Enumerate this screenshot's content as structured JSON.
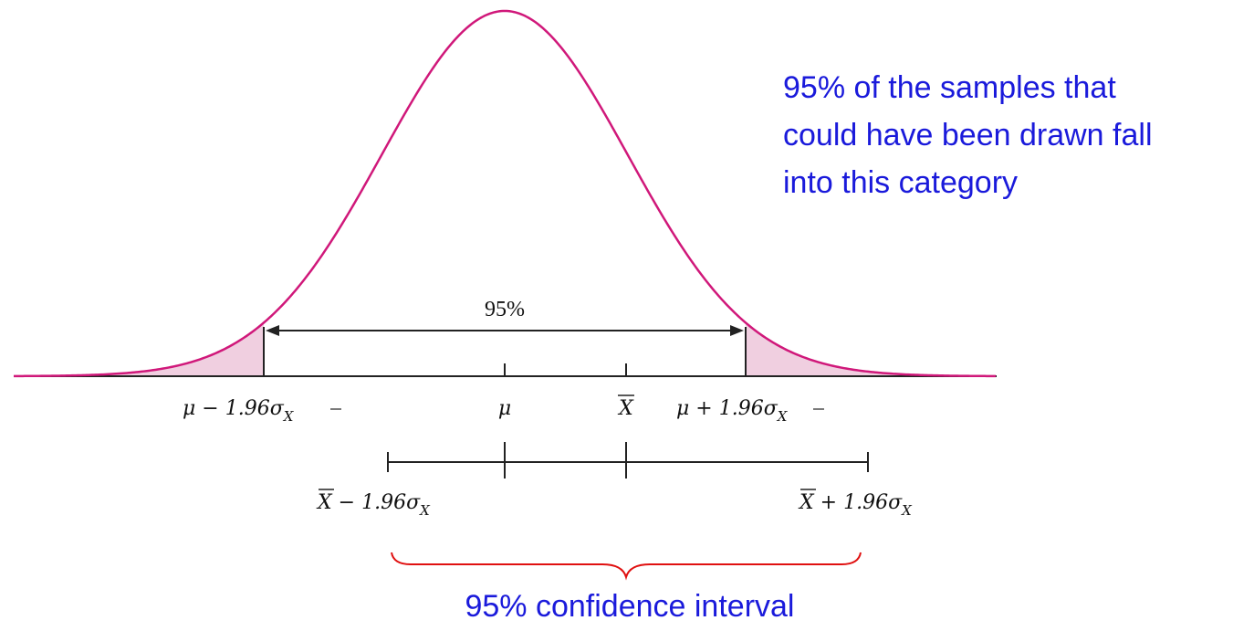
{
  "colors": {
    "curve": "#d0187a",
    "tail_fill": "#f0cfe0",
    "annotation": "#1a1adb",
    "brace": "#e01010",
    "axis": "#222222"
  },
  "curve": {
    "inner_area_label": "95%"
  },
  "axis_labels": {
    "lower_bound": {
      "prefix": "μ − 1.96σ",
      "sub": "X"
    },
    "mu": "μ",
    "xbar": "X",
    "upper_bound": {
      "prefix": "μ + 1.96σ",
      "sub": "X"
    }
  },
  "interval_labels": {
    "lower": {
      "xbar": "X",
      "rest": " − 1.96σ",
      "sub": "X"
    },
    "upper": {
      "xbar": "X",
      "rest": " + 1.96σ",
      "sub": "X"
    }
  },
  "annotations": {
    "samples_note": "95% of the samples that\ncould have been drawn fall\ninto this category",
    "ci_label": "95% confidence interval"
  }
}
